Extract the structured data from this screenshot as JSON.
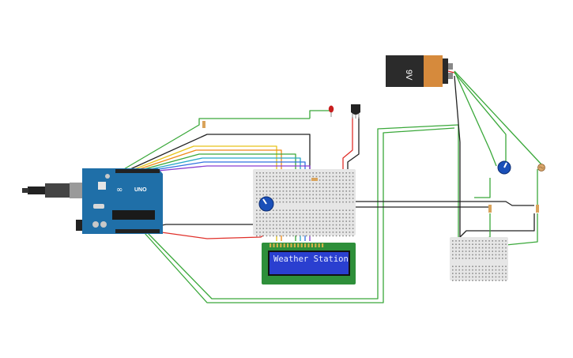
{
  "canvas": {
    "background": "#ffffff"
  },
  "components": {
    "arduino": {
      "board_label": "UNO",
      "color": "#1f6fa8"
    },
    "battery": {
      "label": "9V",
      "body_color": "#2b2b2b",
      "cap_color": "#d68a3c"
    },
    "lcd": {
      "text": "Weather Station",
      "backlight_color": "#2a3fd0",
      "pcb_color": "#2e8f3a"
    },
    "breadboards": {
      "color": "#e6e6e6"
    },
    "potentiometer": {
      "color": "#1a4fb8"
    },
    "led": {
      "color": "#c81e1e"
    }
  },
  "wire_colors": {
    "green": "#3aa83a",
    "red": "#e0302a",
    "black": "#222222",
    "yellow": "#e6c419",
    "orange": "#ef8a17",
    "blue": "#2f6fe0",
    "purple": "#8a3fd0",
    "cyan": "#27a8c8"
  }
}
